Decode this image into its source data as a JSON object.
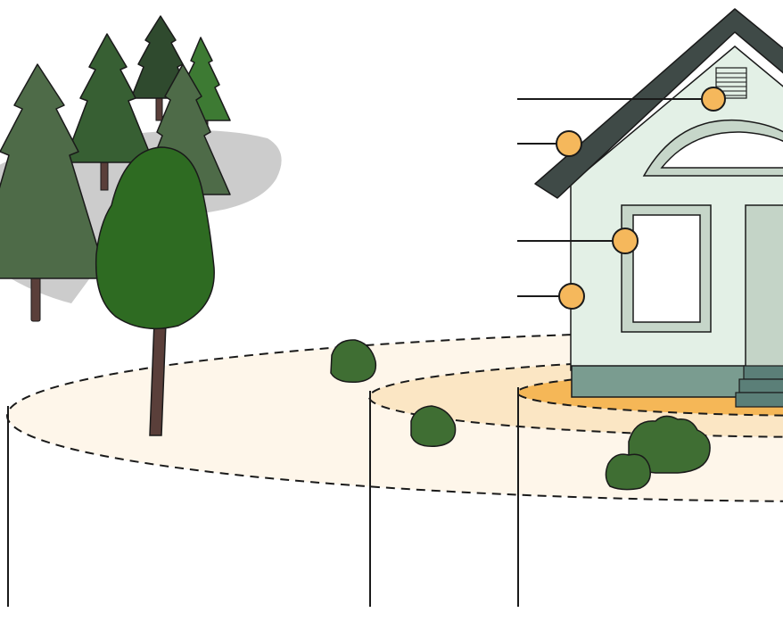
{
  "diagram": {
    "colors": {
      "background": "#ffffff",
      "outline": "#1a1a1a",
      "zone_outer": "#fef6ea",
      "zone_middle": "#fbe6c4",
      "zone_inner": "#f5b757",
      "callout_marker": "#f5b85c",
      "tree_dark": "#2f4a2e",
      "tree_mid": "#375f33",
      "tree_grey": "#4e6b48",
      "tree_light": "#3d7a33",
      "deciduous": "#2e6b22",
      "shrub": "#3f6e33",
      "trunk": "#5a3f3a",
      "shadow": "#cccccc",
      "house_wall": "#e3f0e6",
      "house_trim": "#c6d6c9",
      "roof": "#3f4a47",
      "foundation": "#7a9c90",
      "steps": "#5b7f78",
      "door": "#c4d4c7"
    },
    "icons": {
      "house": "house-icon",
      "conifer": "conifer-tree-icon",
      "deciduous": "deciduous-tree-icon",
      "shrub": "shrub-icon",
      "marker": "circle-marker-icon"
    },
    "callouts": [
      {
        "name": "callout-roof-vent"
      },
      {
        "name": "callout-roof-edge"
      },
      {
        "name": "callout-window"
      },
      {
        "name": "callout-siding"
      }
    ],
    "zones": [
      {
        "name": "zone-outer"
      },
      {
        "name": "zone-middle"
      },
      {
        "name": "zone-inner"
      }
    ]
  }
}
